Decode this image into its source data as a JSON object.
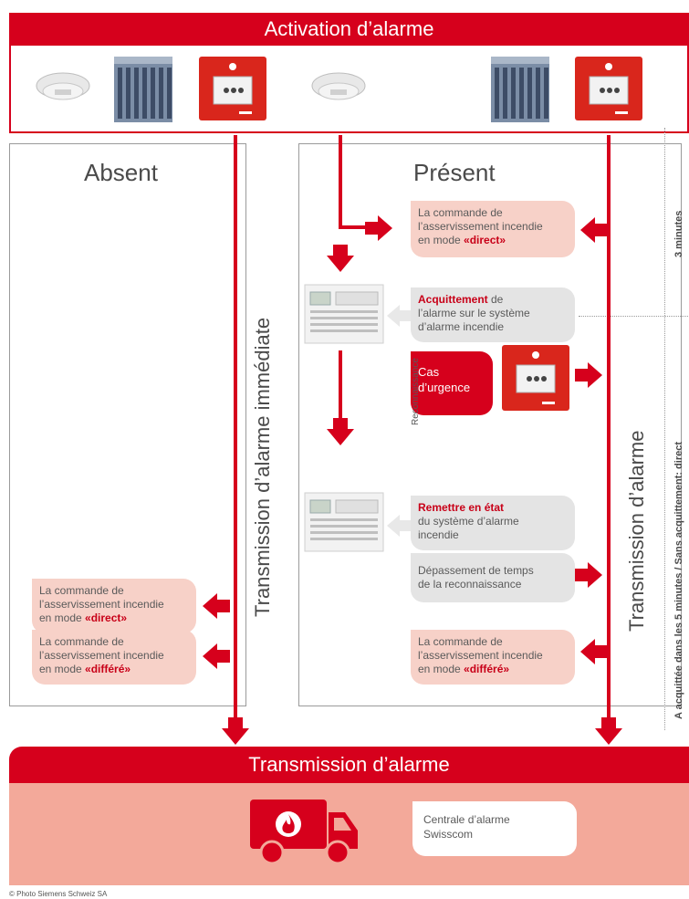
{
  "top_banner": "Activation d’alarme",
  "absent": {
    "title": "Absent",
    "vertical_label": "Transmission d’alarme immédiate",
    "box_direct": {
      "line1": "La commande de",
      "line2": "l’asservissement incendie",
      "line3_prefix": "en mode ",
      "line3_bold": "«direct»"
    },
    "box_differe": {
      "line1": "La commande de",
      "line2": "l’asservissement incendie",
      "line3_prefix": "en mode ",
      "line3_bold": "«différé»"
    }
  },
  "present": {
    "title": "Présent",
    "vertical_label": "Transmission d’alarme",
    "reconnaissance": "Reconnaissance",
    "box_direct": {
      "line1": "La commande de",
      "line2": "l’asservissement incendie",
      "line3_prefix": "en mode ",
      "line3_bold": "«direct»"
    },
    "box_acquittement": {
      "bold": "Acquittement",
      "line1_rest": " de",
      "line2": "l’alarme sur le système",
      "line3": "d’alarme incendie"
    },
    "box_urgence": {
      "line1": "Cas",
      "line2": "d’urgence"
    },
    "box_remettre": {
      "bold": "Remettre en état",
      "line2": "du système d’alarme",
      "line3": "incendie"
    },
    "box_depassement": {
      "line1": "Dépassement de temps",
      "line2": "de la reconnaissance"
    },
    "box_differe": {
      "line1": "La commande de",
      "line2": "l’asservissement incendie",
      "line3_prefix": "en mode ",
      "line3_bold": "«différé»"
    }
  },
  "side": {
    "minutes": "3 minutes",
    "acquit": "A acquittée dans les 5 minutes / Sans acquittement: direct"
  },
  "bottom_banner": "Transmission d’alarme",
  "centrale": {
    "line1": "Centrale d’alarme",
    "line2": "Swisscom"
  },
  "credit": "© Photo Siemens Schweiz SA",
  "colors": {
    "accent": "#d6001c",
    "pink": "#f7d1c8",
    "grey": "#e4e4e4",
    "salmon": "#f3a99a"
  }
}
